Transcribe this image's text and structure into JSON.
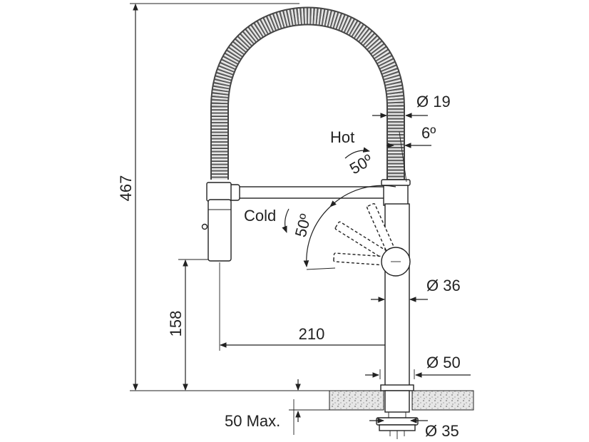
{
  "dimensions": {
    "height_total": "467",
    "spout_height": "158",
    "reach": "210",
    "hose_dia": "Ø 19",
    "swivel_angle": "6º",
    "hot_label": "Hot",
    "hot_angle": "50º",
    "cold_label": "Cold",
    "cold_angle": "50º",
    "lever_dia": "Ø 36",
    "base_dia": "Ø 50",
    "deck_thickness": "50 Max.",
    "hole_dia": "Ø 35"
  },
  "colors": {
    "line": "#222222",
    "hose_dark": "#555555",
    "hose_light": "#dddddd",
    "counter_fill": "#cccccc"
  }
}
